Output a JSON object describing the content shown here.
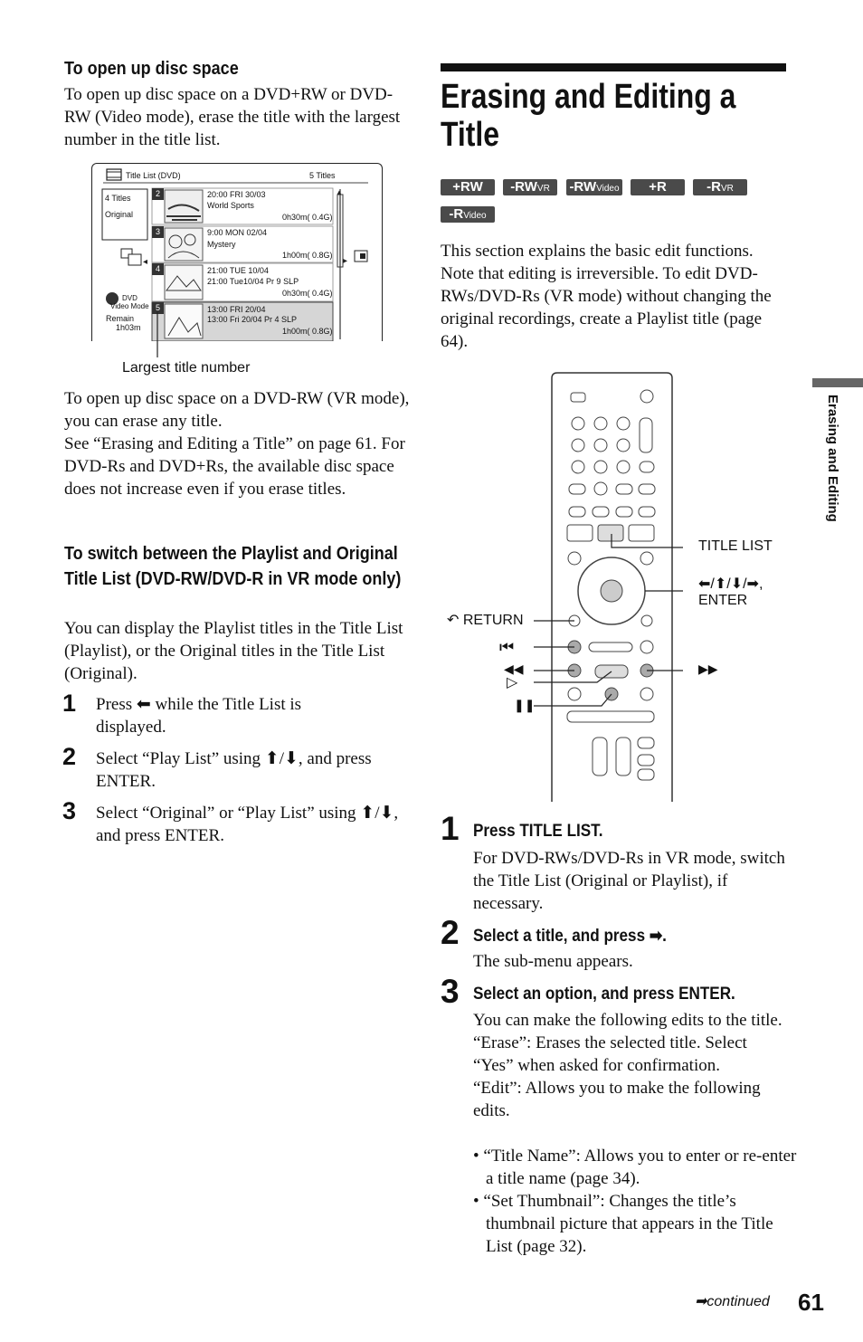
{
  "left": {
    "open_heading": "To open up disc space",
    "open_p1": "To open up disc space on a DVD+RW or DVD-RW (Video mode), erase the title with the largest number in the title list.",
    "screen": {
      "title": "Title List (DVD)",
      "count": "5 Titles",
      "side_titles": "4 Titles",
      "side_mode": "Original",
      "disc_label": "DVD",
      "disc_mode": "Video Mode",
      "remain_label": "Remain",
      "remain_value": "1h03m",
      "rows": [
        {
          "num": "2",
          "l1": "20:00 FRI 30/03",
          "l2": "World Sports",
          "l3": "0h30m( 0.4G)"
        },
        {
          "num": "3",
          "l1": "9:00 MON 02/04",
          "l2": "Mystery",
          "l3": "1h00m( 0.8G)"
        },
        {
          "num": "4",
          "l1": "21:00 TUE 10/04",
          "l2": "21:00   Tue10/04  Pr 9  SLP",
          "l3": "0h30m( 0.4G)"
        },
        {
          "num": "5",
          "l1": "13:00 FRI 20/04",
          "l2": "13:00   Fri 20/04   Pr 4  SLP",
          "l3": "1h00m( 0.8G)"
        }
      ]
    },
    "caption": "Largest title number",
    "open_p2": "To open up disc space on a DVD-RW (VR mode), you can erase any title.\nSee “Erasing and Editing a Title” on page 61. For DVD-Rs and DVD+Rs, the available disc space does not increase even if you erase titles.",
    "switch_heading": "To switch between the Playlist and Original Title List (DVD-RW/DVD-R in VR mode only)",
    "switch_p": "You can display the Playlist titles in the Title List (Playlist), or the Original titles in the Title List (Original).",
    "steps": [
      {
        "num": "1",
        "text": "Press ⬅ while the Title List is displayed."
      },
      {
        "num": "2",
        "text": "Select “Play List” using ⬆/⬇, and press ENTER."
      },
      {
        "num": "3",
        "text": "Select “Original” or “Play List” using ⬆/⬇, and press ENTER."
      }
    ]
  },
  "right": {
    "title": "Erasing and Editing a Title",
    "badges": [
      {
        "main": "+RW",
        "sub": ""
      },
      {
        "main": "-RW",
        "sub": "VR"
      },
      {
        "main": "-RW",
        "sub": "Video"
      },
      {
        "main": "+R",
        "sub": ""
      },
      {
        "main": "-R",
        "sub": "VR"
      },
      {
        "main": "-R",
        "sub": "Video"
      }
    ],
    "intro": "This section explains the basic edit functions. Note that editing is irreversible. To edit DVD-RWs/DVD-Rs (VR mode) without changing the original recordings, create a Playlist title (page 64).",
    "remote_labels": {
      "title_list": "TITLE LIST",
      "arrows": "⬅/⬆/⬇/➡,",
      "enter": "ENTER",
      "return": "RETURN",
      "prev": "⏮",
      "rew": "◀◀",
      "play": "▷",
      "pause": "❚❚",
      "ff": "▶▶"
    },
    "steps": [
      {
        "num": "1",
        "head": "Press TITLE LIST.",
        "body": "For DVD-RWs/DVD-Rs in VR mode, switch the Title List (Original or Playlist), if necessary."
      },
      {
        "num": "2",
        "head": "Select a title, and press ➡.",
        "body": "The sub-menu appears."
      },
      {
        "num": "3",
        "head": "Select an option, and press ENTER.",
        "body": "You can make the following edits to the title.\n“Erase”: Erases the selected title. Select “Yes” when asked for confirmation.\n“Edit”: Allows you to make the following edits."
      }
    ],
    "bullets": [
      "• “Title Name”: Allows you to enter or re-enter a title name (page 34).",
      "• “Set Thumbnail”: Changes the title’s thumbnail picture that appears in the Title List (page 32)."
    ]
  },
  "side_tab": "Erasing and Editing",
  "footer": {
    "continued": "continued",
    "page": "61"
  }
}
